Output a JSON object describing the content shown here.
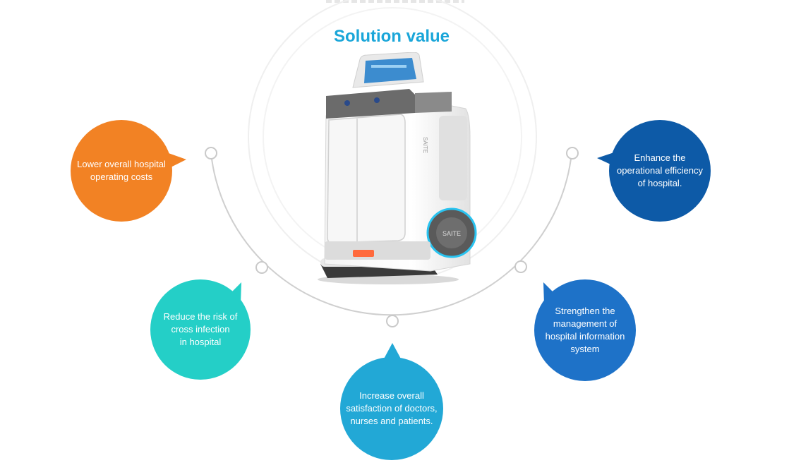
{
  "title": "Solution value",
  "colors": {
    "title": "#1aa6d9",
    "orange": "#f28224",
    "teal": "#24cfc7",
    "cyan": "#22a8d6",
    "navy": "#0d5aa7",
    "blue": "#1e72c8"
  },
  "bubbles": {
    "costs": "Lower overall hospital\noperating costs",
    "efficiency": "Enhance the\noperational efficiency\nof hospital.",
    "infection": "Reduce the risk of\ncross infection\nin hospital",
    "management": "Strengthen the\nmanagement of\nhospital information\nsystem",
    "satisfaction": "Increase overall\nsatisfaction of doctors,\nnurses and patients."
  },
  "robot": {
    "brand_side": "SAITE",
    "brand_wheel": "SAITE"
  }
}
